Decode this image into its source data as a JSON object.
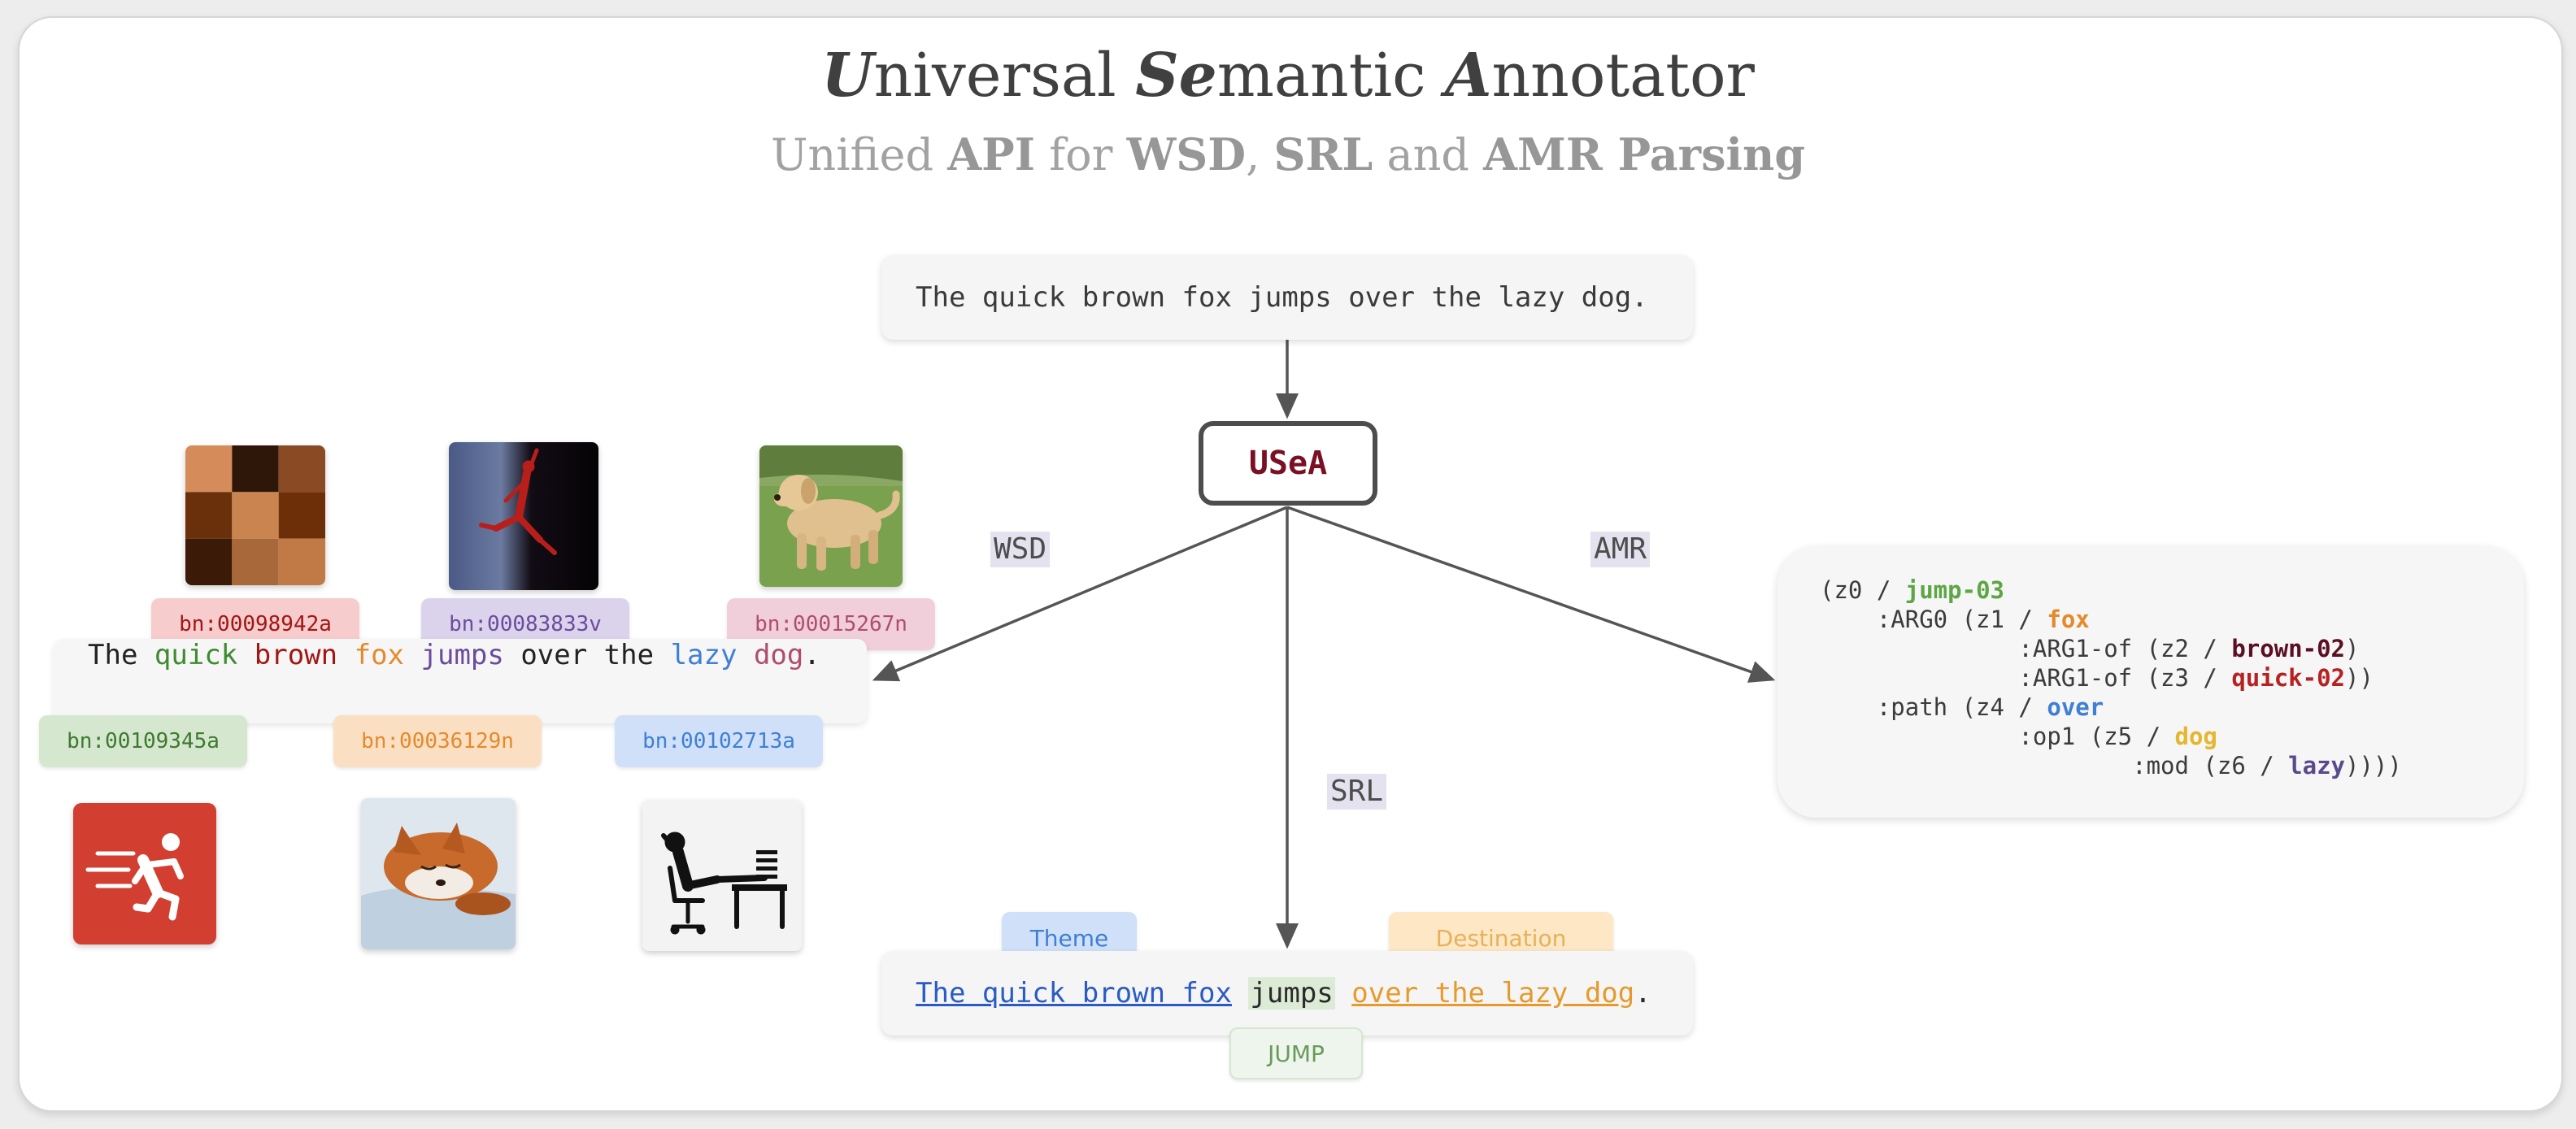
{
  "header": {
    "title": {
      "p1": "U",
      "p2": "niversal ",
      "p3": "Se",
      "p4": "mantic ",
      "p5": "A",
      "p6": "nnotator"
    },
    "subtitle": {
      "p1": "Unified ",
      "p2": "API",
      "p3": " for ",
      "p4": "WSD",
      "p5": ", ",
      "p6": "SRL",
      "p7": " and ",
      "p8": "AMR Parsing"
    }
  },
  "input_sentence": "The quick brown fox jumps over the lazy dog.",
  "system_label": "USeA",
  "edge_labels": {
    "wsd": "WSD",
    "amr": "AMR",
    "srl": "SRL"
  },
  "wsd": {
    "tokens": [
      {
        "text": "The",
        "color": "#222222"
      },
      {
        "text": " ",
        "color": "#222222"
      },
      {
        "text": "quick",
        "color": "#3d8b2f"
      },
      {
        "text": " ",
        "color": "#222222"
      },
      {
        "text": "brown",
        "color": "#a31616"
      },
      {
        "text": " ",
        "color": "#222222"
      },
      {
        "text": "fox",
        "color": "#e48a2c"
      },
      {
        "text": " ",
        "color": "#222222"
      },
      {
        "text": "jumps",
        "color": "#6a4b9e"
      },
      {
        "text": " over the ",
        "color": "#222222"
      },
      {
        "text": "lazy",
        "color": "#3f7fd4"
      },
      {
        "text": " ",
        "color": "#222222"
      },
      {
        "text": "dog",
        "color": "#b04d6e"
      },
      {
        "text": ".",
        "color": "#222222"
      }
    ],
    "senses_top": [
      {
        "id": "bn:00098942a",
        "bg": "#f6cccc",
        "fg": "#a31616"
      },
      {
        "id": "bn:00083833v",
        "bg": "#dbd3eb",
        "fg": "#6a4b9e"
      },
      {
        "id": "bn:00015267n",
        "bg": "#f0cfda",
        "fg": "#b04d6e"
      }
    ],
    "senses_bottom": [
      {
        "id": "bn:00109345a",
        "bg": "#d5e8cf",
        "fg": "#3d7a2f"
      },
      {
        "id": "bn:00036129n",
        "bg": "#fbdfc3",
        "fg": "#e48a2c"
      },
      {
        "id": "bn:00102713a",
        "bg": "#cfe0f8",
        "fg": "#3f7fd4"
      }
    ],
    "images": [
      "brown-color-swatch",
      "jumping-dancer-photo",
      "dog-photo",
      "running-person-icon",
      "fox-photo",
      "relaxing-person-icon"
    ]
  },
  "amr": {
    "lines": [
      {
        "tokens": [
          {
            "t": "(z0 / "
          },
          {
            "t": "jump-03",
            "c": "#5da645",
            "b": true
          }
        ]
      },
      {
        "tokens": [
          {
            "t": "    :ARG0 (z1 / "
          },
          {
            "t": "fox",
            "c": "#e48a2c",
            "b": true
          }
        ]
      },
      {
        "tokens": [
          {
            "t": "              :ARG1-of (z2 / "
          },
          {
            "t": "brown-02",
            "c": "#5b0f24",
            "b": true
          },
          {
            "t": ")"
          }
        ]
      },
      {
        "tokens": [
          {
            "t": "              :ARG1-of (z3 / "
          },
          {
            "t": "quick-02",
            "c": "#b52222",
            "b": true
          },
          {
            "t": "))"
          }
        ]
      },
      {
        "tokens": [
          {
            "t": "    :path (z4 / "
          },
          {
            "t": "over",
            "c": "#3f7fd4",
            "b": true
          }
        ]
      },
      {
        "tokens": [
          {
            "t": "              :op1 (z5 / "
          },
          {
            "t": "dog",
            "c": "#e5b62e",
            "b": true
          }
        ]
      },
      {
        "tokens": [
          {
            "t": "                      :mod (z6 / "
          },
          {
            "t": "lazy",
            "c": "#5a4a8c",
            "b": true
          },
          {
            "t": "))))"
          }
        ]
      }
    ]
  },
  "srl": {
    "theme_text": "The quick brown fox",
    "predicate_text": "jumps",
    "destination_text": "over the lazy dog",
    "end_punct": ".",
    "roles": {
      "theme": "Theme",
      "destination": "Destination",
      "predicate": "JUMP"
    },
    "colors": {
      "theme": "#2a5bc4",
      "destination": "#e69a2c",
      "predicate_bg": "#dcebd6"
    }
  }
}
